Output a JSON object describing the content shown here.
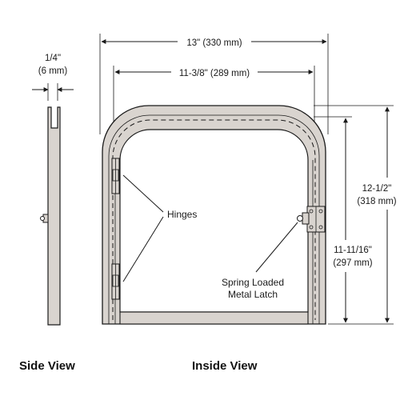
{
  "dimensions": {
    "overall_width": "13\" (330 mm)",
    "inner_width": "11-3/8\" (289 mm)",
    "overall_height_in": "12-1/2\"",
    "overall_height_mm": "(318 mm)",
    "inner_height_in": "11-11/16\"",
    "inner_height_mm": "(297 mm)",
    "thickness_in": "1/4\"",
    "thickness_mm": "(6 mm)"
  },
  "callouts": {
    "hinges": "Hinges",
    "latch_line1": "Spring Loaded",
    "latch_line2": "Metal Latch"
  },
  "views": {
    "side": "Side View",
    "inside": "Inside View"
  },
  "colors": {
    "frame_fill": "#d9d4cf",
    "line": "#1a1a1a"
  }
}
